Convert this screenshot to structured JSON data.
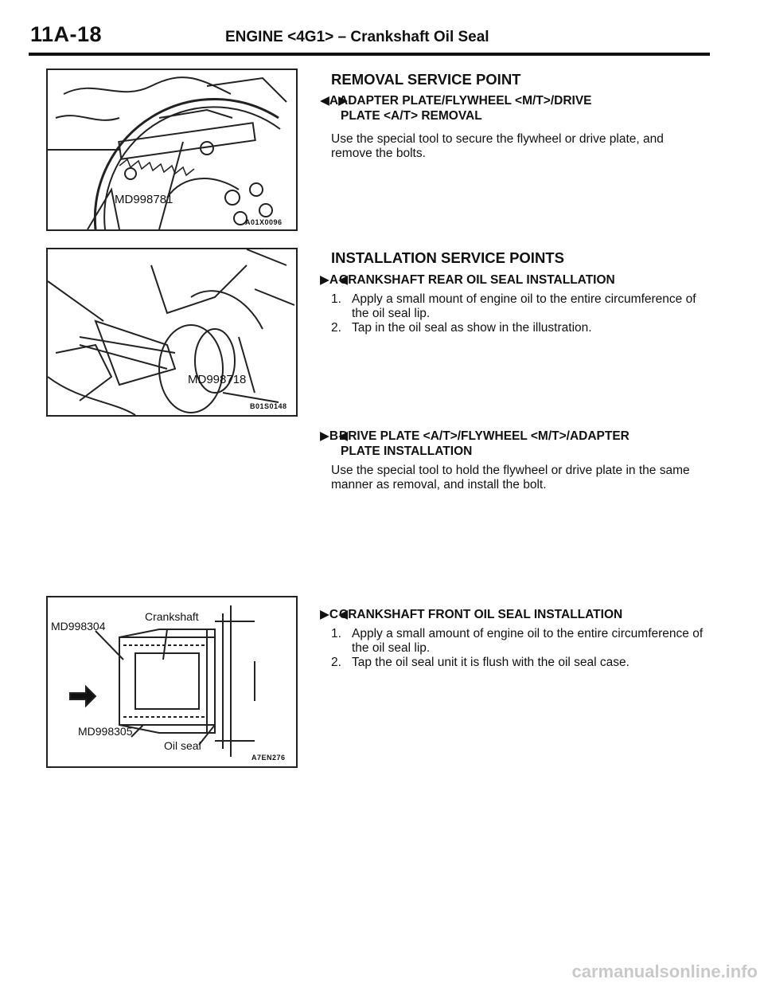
{
  "header": {
    "page_number": "11A-18",
    "title": "ENGINE <4G1> – Crankshaft Oil Seal"
  },
  "figures": {
    "fig1": {
      "tool_label": "MD998781",
      "code": "A01X0096"
    },
    "fig2": {
      "tool_label": "MD998718",
      "code": "B01S0148"
    },
    "fig3": {
      "labels": {
        "crankshaft": "Crankshaft",
        "tool_a": "MD998304",
        "tool_b": "MD998305",
        "oil_seal": "Oil seal"
      },
      "code": "A7EN276"
    }
  },
  "removal": {
    "heading": "REMOVAL SERVICE POINT",
    "item": {
      "marker": "◀A▶",
      "title_line1": "ADAPTER PLATE/FLYWHEEL <M/T>/DRIVE",
      "title_line2": "PLATE <A/T> REMOVAL",
      "text": "Use the special tool to secure the flywheel or drive plate, and remove the bolts."
    }
  },
  "installation": {
    "heading": "INSTALLATION SERVICE POINTS",
    "items": [
      {
        "marker": "▶A◀",
        "title_line1": "CRANKSHAFT REAR OIL SEAL INSTALLATION",
        "title_line2": "",
        "steps": [
          {
            "num": "1.",
            "text": "Apply a small mount of engine oil to the entire circumference of the oil seal lip."
          },
          {
            "num": "2.",
            "text": "Tap in the oil seal as show in the illustration."
          }
        ]
      },
      {
        "marker": "▶B◀",
        "title_line1": "DRIVE PLATE <A/T>/FLYWHEEL <M/T>/ADAPTER",
        "title_line2": "PLATE INSTALLATION",
        "text": "Use the special tool to hold the flywheel or drive plate in the same manner as removal, and install the bolt."
      },
      {
        "marker": "▶C◀",
        "title_line1": "CRANKSHAFT FRONT OIL SEAL INSTALLATION",
        "title_line2": "",
        "steps": [
          {
            "num": "1.",
            "text": "Apply a small amount of engine oil to the entire circumference of the oil seal lip."
          },
          {
            "num": "2.",
            "text": "Tap the oil seal unit it is flush with the oil seal case."
          }
        ]
      }
    ]
  },
  "footer": {
    "watermark": "carmanualsonline.info"
  }
}
